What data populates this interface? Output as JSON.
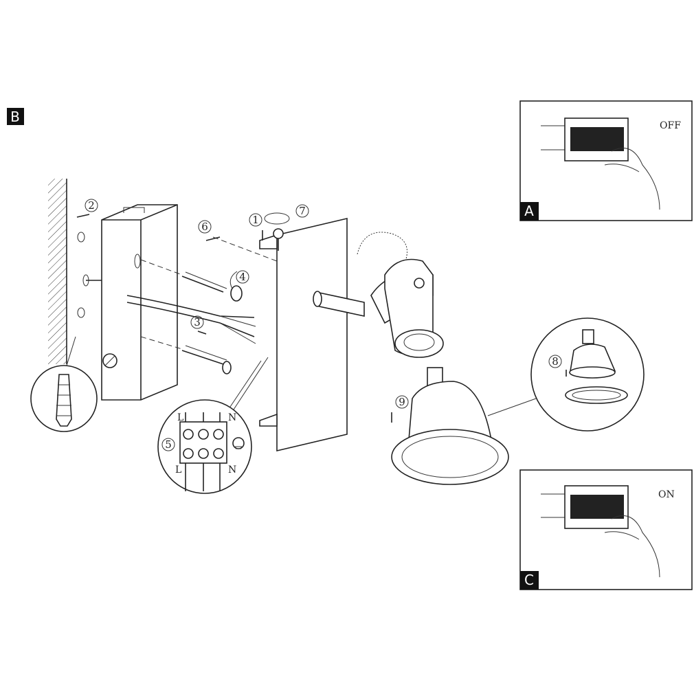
{
  "sections": {
    "main": "B",
    "switch_off": "A",
    "switch_on": "C"
  },
  "switch_states": {
    "off": "OFF",
    "on": "ON"
  },
  "steps": [
    "1",
    "2",
    "3",
    "4",
    "5",
    "6",
    "7",
    "8",
    "9"
  ],
  "terminal_labels": {
    "top_left": "L",
    "top_right": "N",
    "bottom_left": "L",
    "bottom_right": "N"
  }
}
